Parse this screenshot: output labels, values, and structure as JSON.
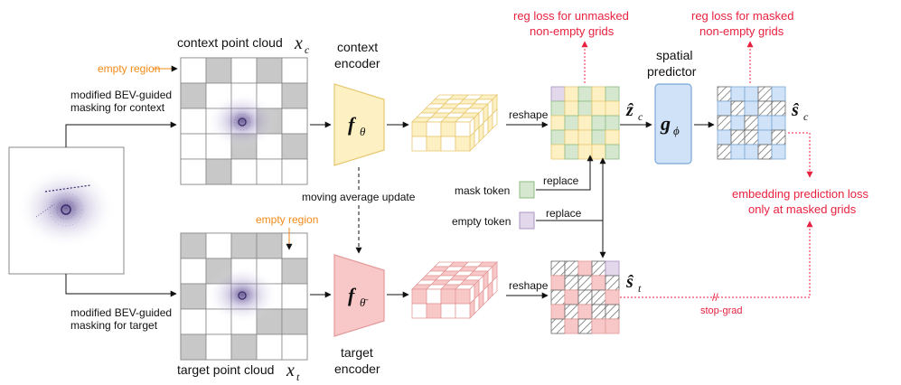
{
  "colors": {
    "context": "#fdf1c4",
    "context_stroke": "#e6c870",
    "target": "#f8c7c7",
    "target_stroke": "#e39a9a",
    "predictor": "#cfe2f7",
    "predictor_stroke": "#7aa7d8",
    "mask_token": "#d5e8cf",
    "empty_token": "#e3d7ec",
    "red": "#e8213f",
    "orange": "#f28a18",
    "mask_gray": "#c8c8c8"
  },
  "input": {
    "left_label_top_1": "modified BEV-guided",
    "left_label_top_2": "masking for context",
    "left_label_bottom_1": "modified BEV-guided",
    "left_label_bottom_2": "masking for target"
  },
  "context_cloud": {
    "title": "context point cloud",
    "symbol": "x",
    "sub": "c",
    "empty_note": "empty region"
  },
  "target_cloud": {
    "title": "target point cloud",
    "symbol": "x",
    "sub": "t",
    "empty_note": "empty region"
  },
  "context_encoder": {
    "label_1": "context",
    "label_2": "encoder",
    "symbol": "f",
    "sub": "θ"
  },
  "target_encoder": {
    "label_1": "target",
    "label_2": "encoder",
    "symbol": "f",
    "sub": "θ̄"
  },
  "moving_avg": "moving average update",
  "reshape_top": "reshape",
  "reshape_bottom": "reshape",
  "zc": {
    "symbol": "ẑ",
    "sub": "c"
  },
  "st": {
    "symbol": "ŝ",
    "sub": "t"
  },
  "sc": {
    "symbol": "ŝ",
    "sub": "c"
  },
  "predictor": {
    "label_1": "spatial",
    "label_2": "predictor",
    "symbol": "g",
    "sub": "ϕ"
  },
  "tokens": {
    "mask_token": "mask token",
    "empty_token": "empty token",
    "replace_1": "replace",
    "replace_2": "replace"
  },
  "losses": {
    "reg_unmasked_1": "reg loss for unmasked",
    "reg_unmasked_2": "non-empty grids",
    "reg_masked_1": "reg loss for masked",
    "reg_masked_2": "non-empty grids",
    "embed_1": "embedding prediction loss",
    "embed_2": "only at masked grids",
    "stop_grad": "stop-grad"
  }
}
